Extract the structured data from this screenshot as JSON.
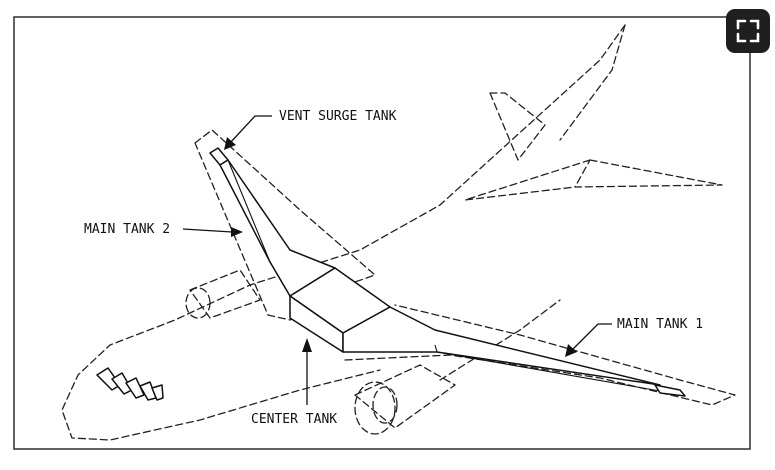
{
  "diagram": {
    "labels": {
      "vent_surge_tank": "VENT SURGE TANK",
      "main_tank_2": "MAIN TANK 2",
      "main_tank_1": "MAIN TANK 1",
      "center_tank": "CENTER TANK"
    }
  },
  "toolbar": {
    "expand_icon": "fullscreen-expand-icon"
  }
}
